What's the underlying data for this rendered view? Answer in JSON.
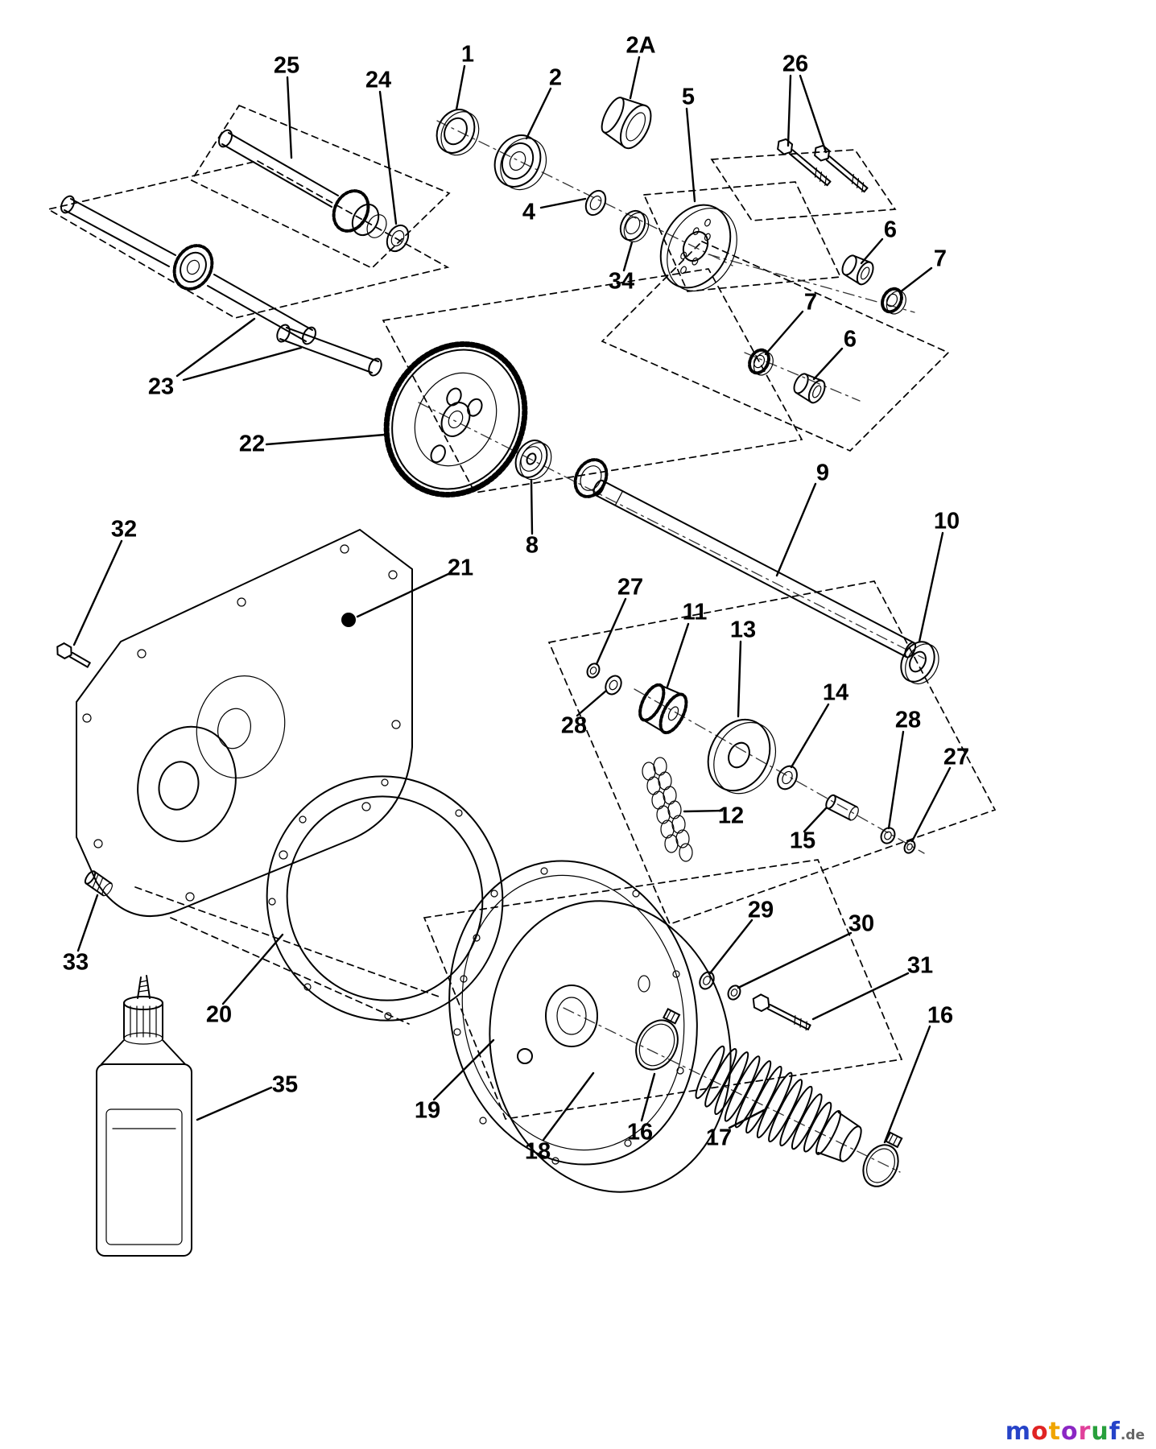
{
  "diagram": {
    "type": "exploded-parts-diagram",
    "ink_color": "#000000",
    "background": "#ffffff"
  },
  "labels": [
    {
      "text": "25"
    },
    {
      "text": "24"
    },
    {
      "text": "1"
    },
    {
      "text": "2"
    },
    {
      "text": "2A"
    },
    {
      "text": "5"
    },
    {
      "text": "26"
    },
    {
      "text": "4"
    },
    {
      "text": "34"
    },
    {
      "text": "6"
    },
    {
      "text": "7"
    },
    {
      "text": "7"
    },
    {
      "text": "6"
    },
    {
      "text": "23"
    },
    {
      "text": "22"
    },
    {
      "text": "8"
    },
    {
      "text": "9"
    },
    {
      "text": "10"
    },
    {
      "text": "32"
    },
    {
      "text": "21"
    },
    {
      "text": "27"
    },
    {
      "text": "11"
    },
    {
      "text": "13"
    },
    {
      "text": "14"
    },
    {
      "text": "28"
    },
    {
      "text": "28"
    },
    {
      "text": "27"
    },
    {
      "text": "12"
    },
    {
      "text": "15"
    },
    {
      "text": "29"
    },
    {
      "text": "30"
    },
    {
      "text": "31"
    },
    {
      "text": "33"
    },
    {
      "text": "20"
    },
    {
      "text": "16"
    },
    {
      "text": "35"
    },
    {
      "text": "19"
    },
    {
      "text": "16"
    },
    {
      "text": "18"
    },
    {
      "text": "17"
    }
  ],
  "watermark": {
    "word": "motoruf",
    "tld": ".de",
    "tld_color": "#666666",
    "letters": [
      {
        "ch": "m",
        "color": "#2643c8"
      },
      {
        "ch": "o",
        "color": "#e02424"
      },
      {
        "ch": "t",
        "color": "#f0a500"
      },
      {
        "ch": "o",
        "color": "#8b27c4"
      },
      {
        "ch": "r",
        "color": "#e0409a"
      },
      {
        "ch": "u",
        "color": "#28a03c"
      },
      {
        "ch": "f",
        "color": "#2643c8"
      }
    ]
  }
}
